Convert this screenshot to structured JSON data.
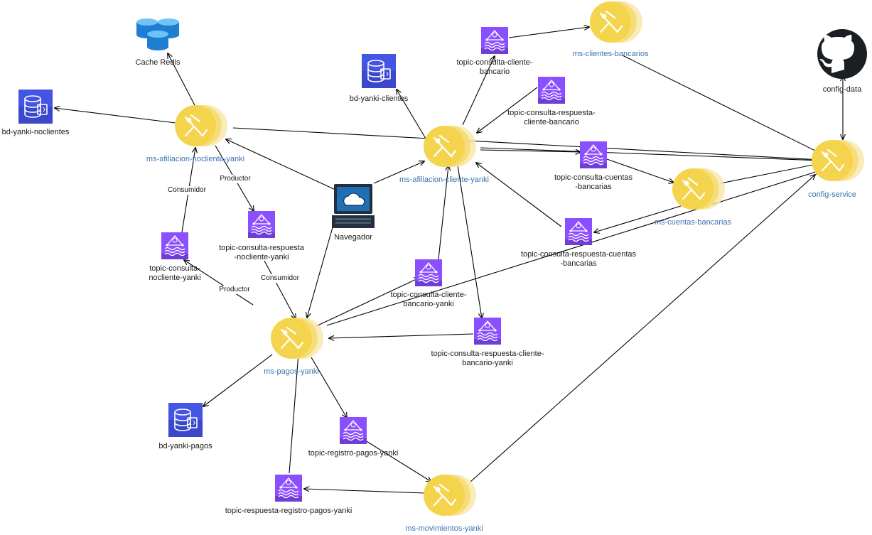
{
  "nodes": {
    "cache_redis": {
      "label": [
        "Cache Redis"
      ]
    },
    "bd_yanki_noclientes": {
      "label": [
        "bd-yanki-noclientes"
      ]
    },
    "ms_afiliacion_nocliente_yanki": {
      "label": [
        "ms-afiliacion-nocliente-yanki"
      ]
    },
    "bd_yanki_clientes": {
      "label": [
        "bd-yanki-clientes"
      ]
    },
    "topic_consulta_cliente_bancario": {
      "label": [
        "topic-consulta-cliente-",
        "bancario"
      ]
    },
    "ms_clientes_bancarios": {
      "label": [
        "ms-clientes-bancarios"
      ]
    },
    "config_data": {
      "label": [
        "config-data"
      ]
    },
    "topic_consulta_respuesta_cliente_bancario": {
      "label": [
        "topic-consulta-respuesta-",
        "cliente-bancario"
      ]
    },
    "ms_afiliacion_cliente_yanki": {
      "label": [
        "ms-afiliacion-cliente-yanki"
      ]
    },
    "topic_consulta_cuentas_bancarias": {
      "label": [
        "topic-consulta-cuentas",
        "-bancarias"
      ]
    },
    "config_service": {
      "label": [
        "config-service"
      ]
    },
    "ms_cuentas_bancarias": {
      "label": [
        "ms-cuentas-bancarias"
      ]
    },
    "navegador": {
      "label": [
        "Navegador"
      ]
    },
    "topic_consulta_respuesta_nocliente_yanki": {
      "label": [
        "topic-consulta-respuesta",
        "-nocliente-yanki"
      ]
    },
    "topic_consulta_nocliente_yanki": {
      "label": [
        "topic-consulta-",
        "nocliente-yanki"
      ]
    },
    "topic_consulta_respuesta_cuentas_bancarias": {
      "label": [
        "topic-consulta-respuesta-cuentas",
        "-bancarias"
      ]
    },
    "topic_consulta_cliente_bancario_yanki": {
      "label": [
        "topic-consulta-cliente-",
        "bancario-yanki"
      ]
    },
    "topic_consulta_respuesta_cliente_bancario_yanki": {
      "label": [
        "topic-consulta-respuesta-cliente-",
        "bancario-yanki"
      ]
    },
    "ms_pagos_yanki": {
      "label": [
        "ms-pagos-yanki"
      ]
    },
    "bd_yanki_pagos": {
      "label": [
        "bd-yanki-pagos"
      ]
    },
    "topic_registro_pagos_yanki": {
      "label": [
        "topic-registro-pagos-yanki"
      ]
    },
    "topic_respuesta_registro_pagos_yanki": {
      "label": [
        "topic-respuesta-registro-pagos-yanki"
      ]
    },
    "ms_movimientos_yanki": {
      "label": [
        "ms-movimientos-yanki"
      ]
    }
  },
  "edge_labels": {
    "productor_1": "Productor",
    "consumidor_1": "Consumidor",
    "productor_2": "Productor",
    "consumidor_2": "Consumidor"
  },
  "colors": {
    "microservice_fill": "#f4d44d",
    "microservice_shadow": "#f8e7a6",
    "kafka_topic": "#8c4fff",
    "kafka_topic_dark": "#5a30b5",
    "database": "#3b48cc",
    "database_light": "#4f63ff",
    "redis": "#1e7ed1",
    "browser": "#232f3e",
    "browser_screen": "#1f6fb5",
    "service_label": "#3d72b3",
    "arrow": "#000000"
  },
  "icons": {
    "microservice": "microservice-icon",
    "kafka_topic": "kafka-topic-icon",
    "database": "database-icon",
    "redis": "redis-cache-icon",
    "github": "github-icon",
    "browser": "browser-client-icon"
  }
}
